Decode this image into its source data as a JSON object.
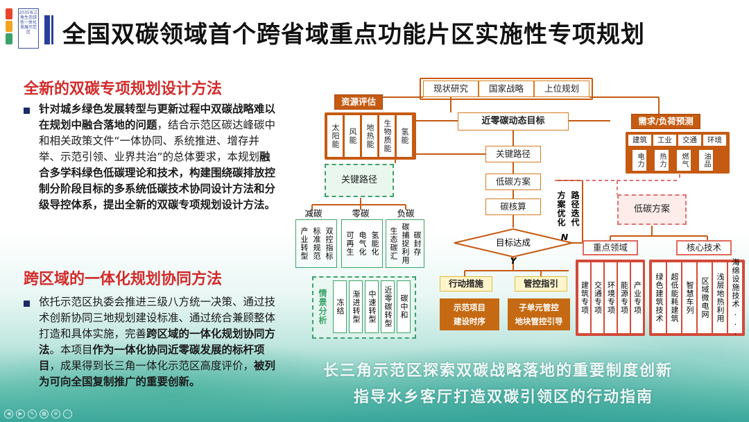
{
  "header": {
    "logo_text": "2035长三角生态绿色一体化发展示范区",
    "title": "全国双碳领域首个跨省域重点功能片区实施性专项规划"
  },
  "section1": {
    "title": "全新的双碳专项规划设计方法",
    "p1_bold": "针对城乡绿色发展转型与更新过程中双碳战略难以在规划中融合落地的问题",
    "p1_a": "，结合示范区碳达峰碳中和相关政策文件“一体协同、系统推进、增存并举、示范引领、业界共治”的总体要求，本规划",
    "p1_bold2": "融合多学科绿色低碳理论和技术，构建围绕碳排放控制分阶段目标的多系统低碳技术协同设计方法和分级导控体系，提出全新的双碳专项规划设计方法。"
  },
  "section2": {
    "title": "跨区域的一体化规划协同方法",
    "p_a": "依托示范区执委会推进三级八方统一决策、通过技术创新协同三地规划建设标准、通过统合兼顾整体打造和具体实施，完善",
    "p_b1": "跨区域的一体化规划协同方法",
    "p_c": "。本项目",
    "p_b2": "作为一体化协同近零碳发展的标杆项目",
    "p_d": "，成果得到长三角一体化示范区高度评价，",
    "p_b3": "被列为可向全国复制推广的重要创新。"
  },
  "diagram": {
    "top": [
      "现状研究",
      "国家战略",
      "上位规划"
    ],
    "resource": "资源评估",
    "resource_items": [
      "太阳能",
      "风能",
      "地热能",
      "生物质能",
      "氢能"
    ],
    "goal": "近零碳动态目标",
    "demand": "需求/负荷预测",
    "demand_items": [
      "建筑",
      "工业",
      "交通",
      "环境"
    ],
    "energy_items": [
      "电力",
      "热力",
      "燃气",
      "油品"
    ],
    "key_path": "关键路径",
    "low_carbon_plan": "低碳方案",
    "carbon_check": "碳核算",
    "target_reach": "目标达成",
    "yes": "Y",
    "no": "N",
    "optimize": "方案优化",
    "iterate": "路径迭代",
    "left_key_path": "关键路径",
    "branches": [
      "减碳",
      "零碳",
      "负碳"
    ],
    "reduce_items": [
      "产业转型",
      "标准规范",
      "双控指标"
    ],
    "zero_items": [
      "可再生",
      "电气化",
      "氢能化"
    ],
    "neg_items": [
      "生态碳汇",
      "碳捕捉利用",
      "碳封存"
    ],
    "scenario": "情景分析",
    "scenario_items": [
      "冻结",
      "渐进转型",
      "中速转型",
      "近零碳转型",
      "碳中和"
    ],
    "action": "行动措施",
    "control": "管控指引",
    "action_detail": [
      "示范项目",
      "建设时序"
    ],
    "control_detail": [
      "子单元管控",
      "地块管控引导"
    ],
    "right_plan": "低碳方案",
    "key_area": "重点领域",
    "core_tech": "核心技术",
    "area_items": [
      "建筑专项",
      "交通专项",
      "环境专项",
      "能源专项",
      "产业专项"
    ],
    "tech_items": [
      "绿色建筑技术",
      "超低能耗建筑",
      "智慧车列",
      "区域微电网",
      "浅层地热利用",
      "海绵设施技术..."
    ]
  },
  "slogan": {
    "line1": "长三角示范区探索双碳战略落地的重要制度创新",
    "line2": "指导水乡客厅打造双碳引领区的行动指南"
  },
  "colors": {
    "title_red": "#d22a2a",
    "accent_blue": "#2a3f99",
    "orange": "#c55a11",
    "green": "#3aa26a"
  }
}
